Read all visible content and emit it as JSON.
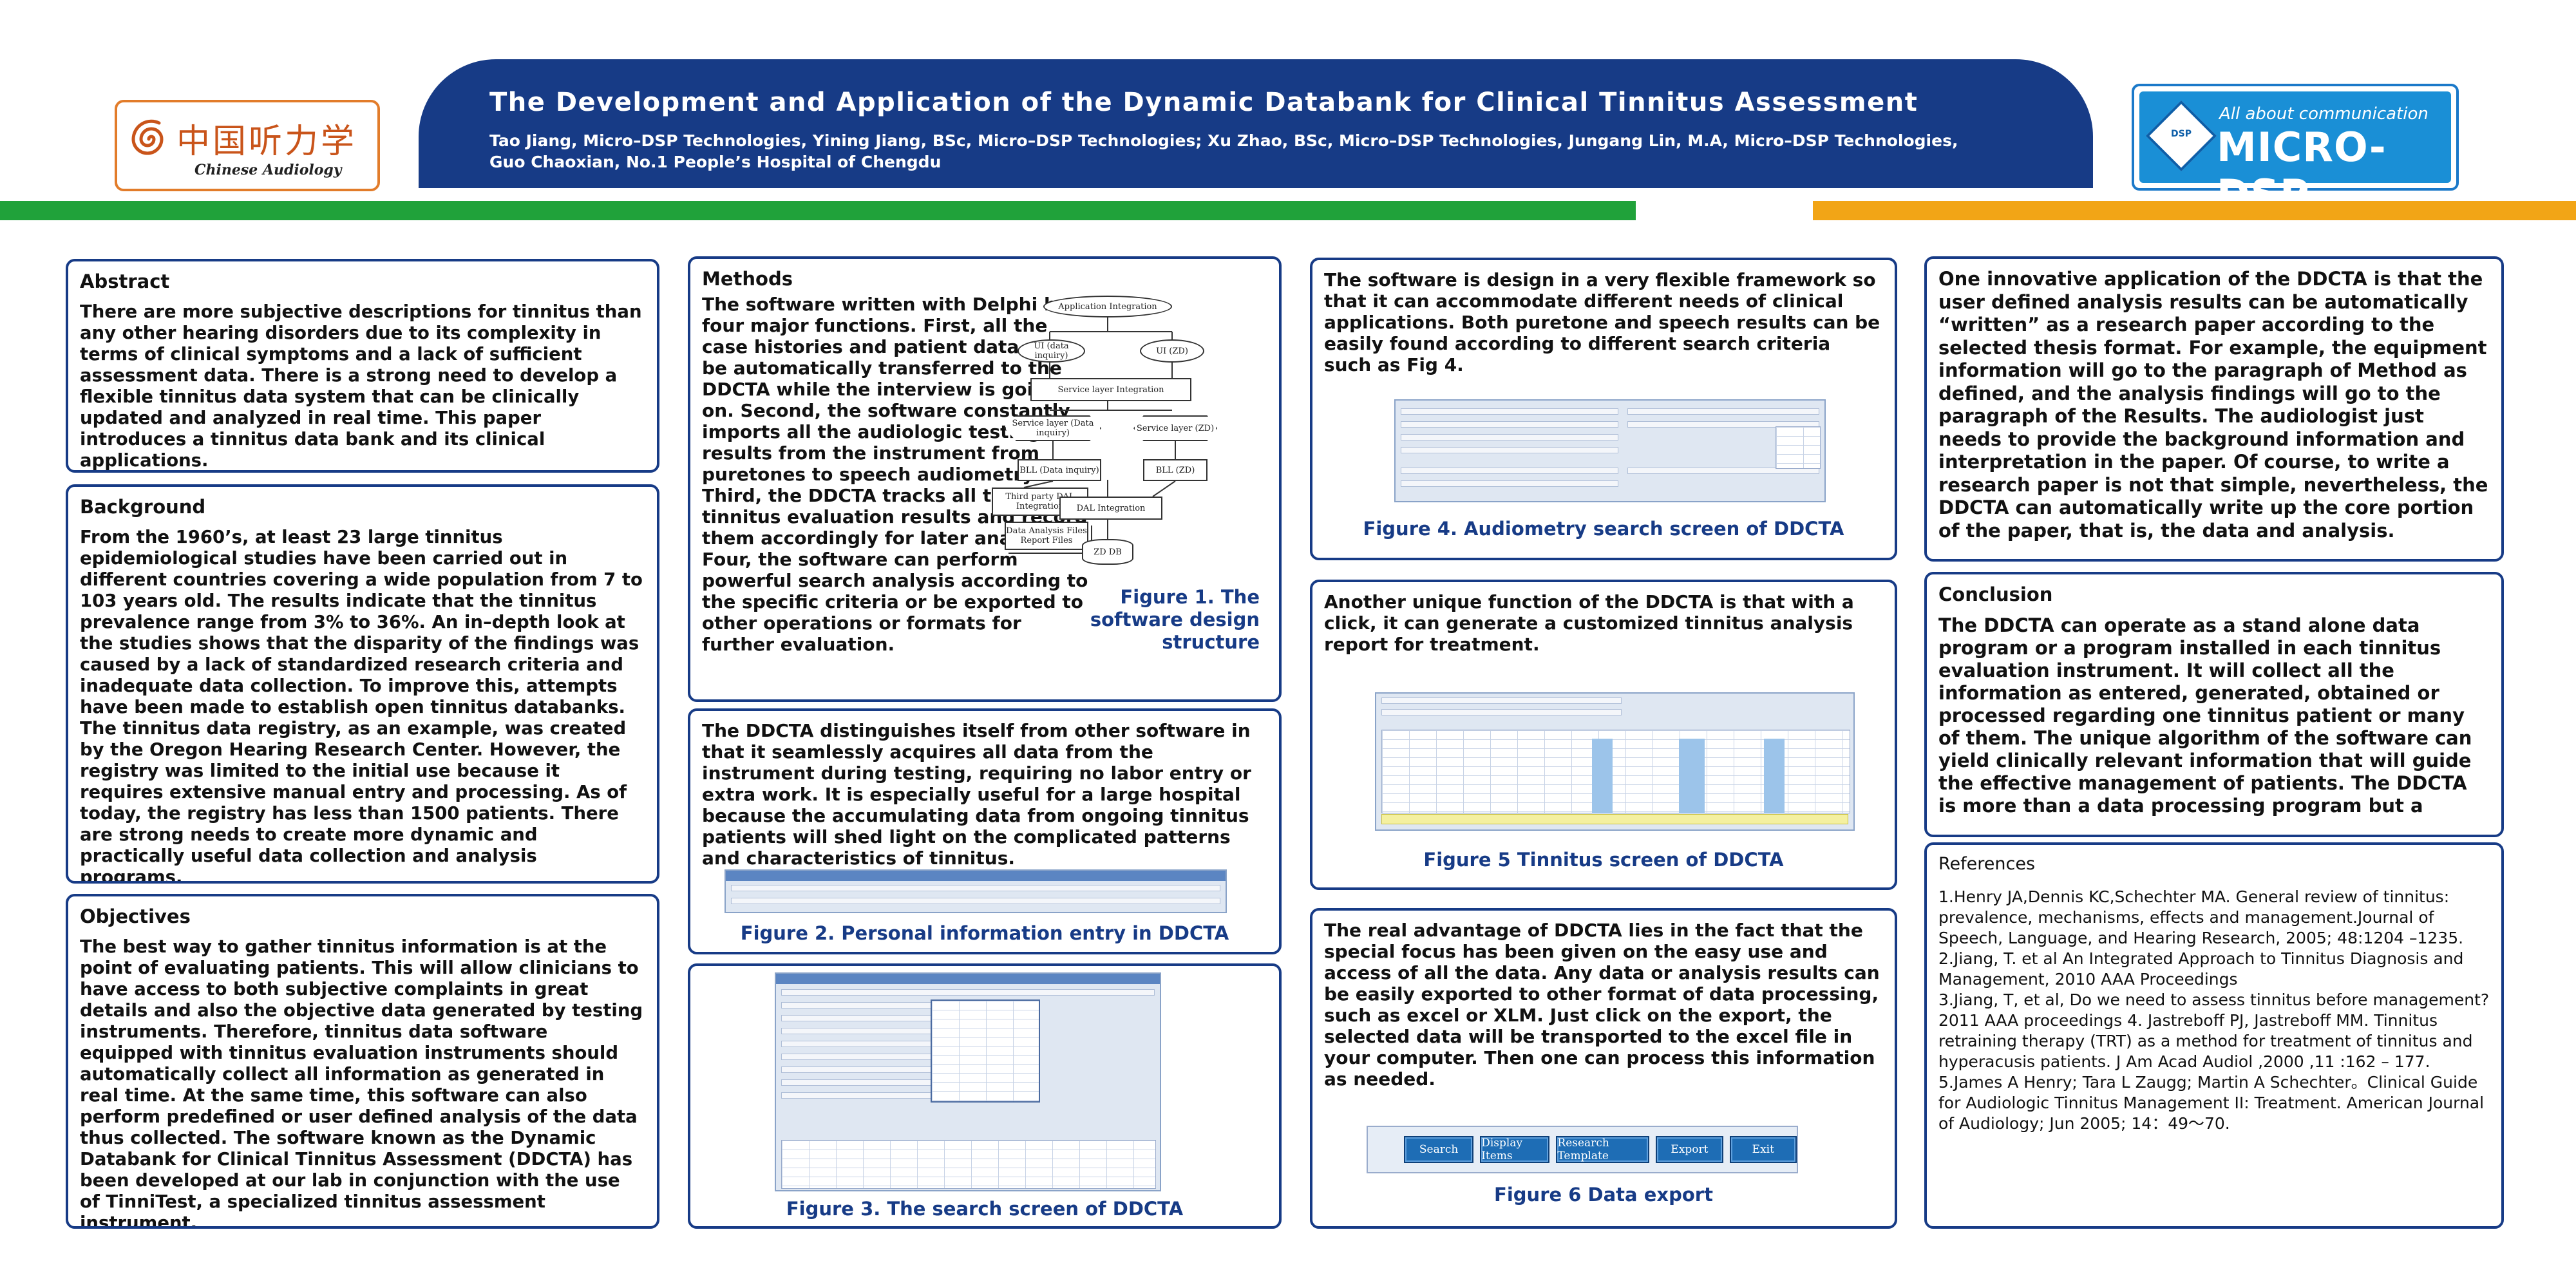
{
  "header": {
    "logo_left_cn": "中国听力学",
    "logo_left_en": "Chinese Audiology",
    "title": "The Development and Application of the Dynamic Databank for Clinical Tinnitus Assessment",
    "authors": "Tao Jiang, Micro–DSP Technologies, Yining Jiang, BSc, Micro–DSP Technologies; Xu Zhao, BSc, Micro–DSP Technologies, Jungang Lin, M.A, Micro–DSP Technologies, Guo Chaoxian, No.1 People’s Hospital of Chengdu",
    "logo_right_tag": "All about communication",
    "logo_right_brand": "MICRO-DSP",
    "logo_right_small": "DSP",
    "colors": {
      "navy": "#173b86",
      "green": "#20a23a",
      "yellow": "#f2a516",
      "orange": "#e27c2a",
      "blue": "#1a8fd6"
    }
  },
  "abstract": {
    "heading": "Abstract",
    "text": "There are more subjective descriptions for tinnitus than any other hearing disorders due to its complexity in terms of clinical symptoms and a lack of sufficient assessment data. There is a strong need to develop a flexible tinnitus data system that can be clinically updated and analyzed in real time. This paper introduces a tinnitus data bank and its clinical applications."
  },
  "background": {
    "heading": "Background",
    "text": "From the 1960’s, at least 23 large tinnitus epidemiological studies have been carried out in different countries covering a wide population from 7 to 103 years old. The results indicate that the tinnitus prevalence range from 3% to 36%. An in–depth look at the studies shows that the disparity of the findings was caused by a lack of standardized research criteria and inadequate data collection. To improve this, attempts have been made to establish open tinnitus databanks. The tinnitus data registry, as an example, was created by the Oregon Hearing Research Center. However, the registry was limited to the initial use because it requires extensive manual entry and processing. As of today, the registry has less than 1500 patients. There are strong needs to create more dynamic and practically useful data collection and analysis programs."
  },
  "objectives": {
    "heading": "Objectives",
    "text": "The best way to gather tinnitus information is at the point of evaluating patients. This will allow clinicians to have access to both subjective complaints in great details and also the objective data generated by testing instruments. Therefore, tinnitus data software equipped with tinnitus evaluation instruments should automatically collect all information as generated in real time. At the same time, this software can also perform predefined or user defined analysis of the data thus collected. The software known as the Dynamic Databank for Clinical Tinnitus Assessment (DDCTA) has been developed at our lab in conjunction with the use of TinniTest, a specialized tinnitus assessment instrument."
  },
  "methods": {
    "heading": "Methods",
    "text": "The software written with Delphi has four major functions. First, all the case histories and patient data can be automatically transferred to the DDCTA while the interview is going on. Second, the software constantly imports all the audiologic testing results from the instrument from puretones to speech audiometry. Third, the DDCTA tracks all the tinnitus evaluation results and record them accordingly for later analysis. Four, the software can perform powerful search analysis according to the specific criteria or be exported to other operations or formats for further evaluation.",
    "figure_caption": "Figure 1. The software design structure",
    "diagram": {
      "top": "Application Integration",
      "ui_left": "UI (data inquiry)",
      "ui_right": "UI (ZD)",
      "service_integration": "Service layer Integration",
      "service_left": "Service layer (Data inquiry)",
      "service_right": "Service layer (ZD)",
      "bll_left": "BLL (Data inquiry)",
      "bll_right": "BLL (ZD)",
      "third_party": "Third party DAL Integration",
      "dal": "DAL Integration",
      "files": "Data Analysis Files Report Files",
      "db": "ZD DB"
    }
  },
  "distinguish": {
    "text": "The DDCTA distinguishes itself from other software in that it seamlessly acquires all data from the instrument during testing, requiring no labor entry or extra work. It is especially useful for a large hospital because the accumulating data from ongoing tinnitus patients will shed light on the complicated patterns and characteristics of tinnitus.",
    "figure_caption": "Figure 2. Personal information entry in DDCTA"
  },
  "search": {
    "figure_caption": "Figure 3. The search screen of DDCTA"
  },
  "flexible": {
    "text": "The software is design in a very flexible framework so that it can accommodate different needs of clinical applications. Both puretone and speech results can be easily found according to different search criteria such as Fig 4.",
    "figure_caption": "Figure 4.  Audiometry search screen of DDCTA"
  },
  "unique": {
    "text": "Another unique function of the DDCTA is that with a click, it can generate a customized tinnitus analysis report for treatment.",
    "figure_caption": "Figure 5 Tinnitus screen of DDCTA"
  },
  "export": {
    "text": "The real advantage of DDCTA lies in the fact that the special focus has been given on the easy use and access of all the data. Any data or analysis results can be easily exported to other format of data processing, such as excel or XLM. Just click on the export, the selected data will be transported to the excel file in your computer. Then one can process this information as needed.",
    "buttons": [
      "Search",
      "Display Items",
      "Research Template",
      "Export",
      "Exit"
    ],
    "figure_caption": "Figure 6 Data export"
  },
  "innovative": {
    "text": "One innovative application of the DDCTA is that the user defined analysis results can be automatically “written” as a research paper according to the selected thesis format. For example, the equipment information will go to the paragraph of Method as defined, and the analysis findings will go to the paragraph of the Results. The audiologist just needs to provide the background information and interpretation in the paper. Of course, to write a research paper is not that simple, nevertheless, the DDCTA can automatically write up the core portion of the paper, that is, the data and analysis."
  },
  "conclusion": {
    "heading": "Conclusion",
    "text": "The DDCTA can operate as a stand alone data program or a program installed in each tinnitus evaluation instrument. It will collect all the information as entered, generated, obtained or processed regarding one tinnitus patient or many of them. The unique algorithm of the software can yield clinically relevant information that will guide the effective management of patients. The DDCTA is more than a data processing program but a"
  },
  "references": {
    "heading": "References",
    "items": [
      "1.Henry JA,Dennis KC,Schechter MA. General review of tinnitus: prevalence, mechanisms, effects and management.Journal of Speech, Language, and Hearing Research, 2005; 48:1204 –1235.",
      "2.Jiang, T. et al An Integrated Approach to Tinnitus Diagnosis and Management, 2010 AAA Proceedings",
      "3.Jiang, T, et al, Do we need to assess tinnitus before management? 2011 AAA proceedings 4. Jastreboff PJ, Jastreboff MM. Tinnitus retraining therapy (TRT) as a method for treatment of tinnitus and hyperacusis patients. J Am Acad Audiol ,2000 ,11 :162 – 177.",
      "5.James A Henry; Tara L Zaugg; Martin A Schechter。Clinical Guide for Audiologic Tinnitus Management II: Treatment. American Journal of Audiology; Jun 2005; 14：49～70."
    ]
  }
}
